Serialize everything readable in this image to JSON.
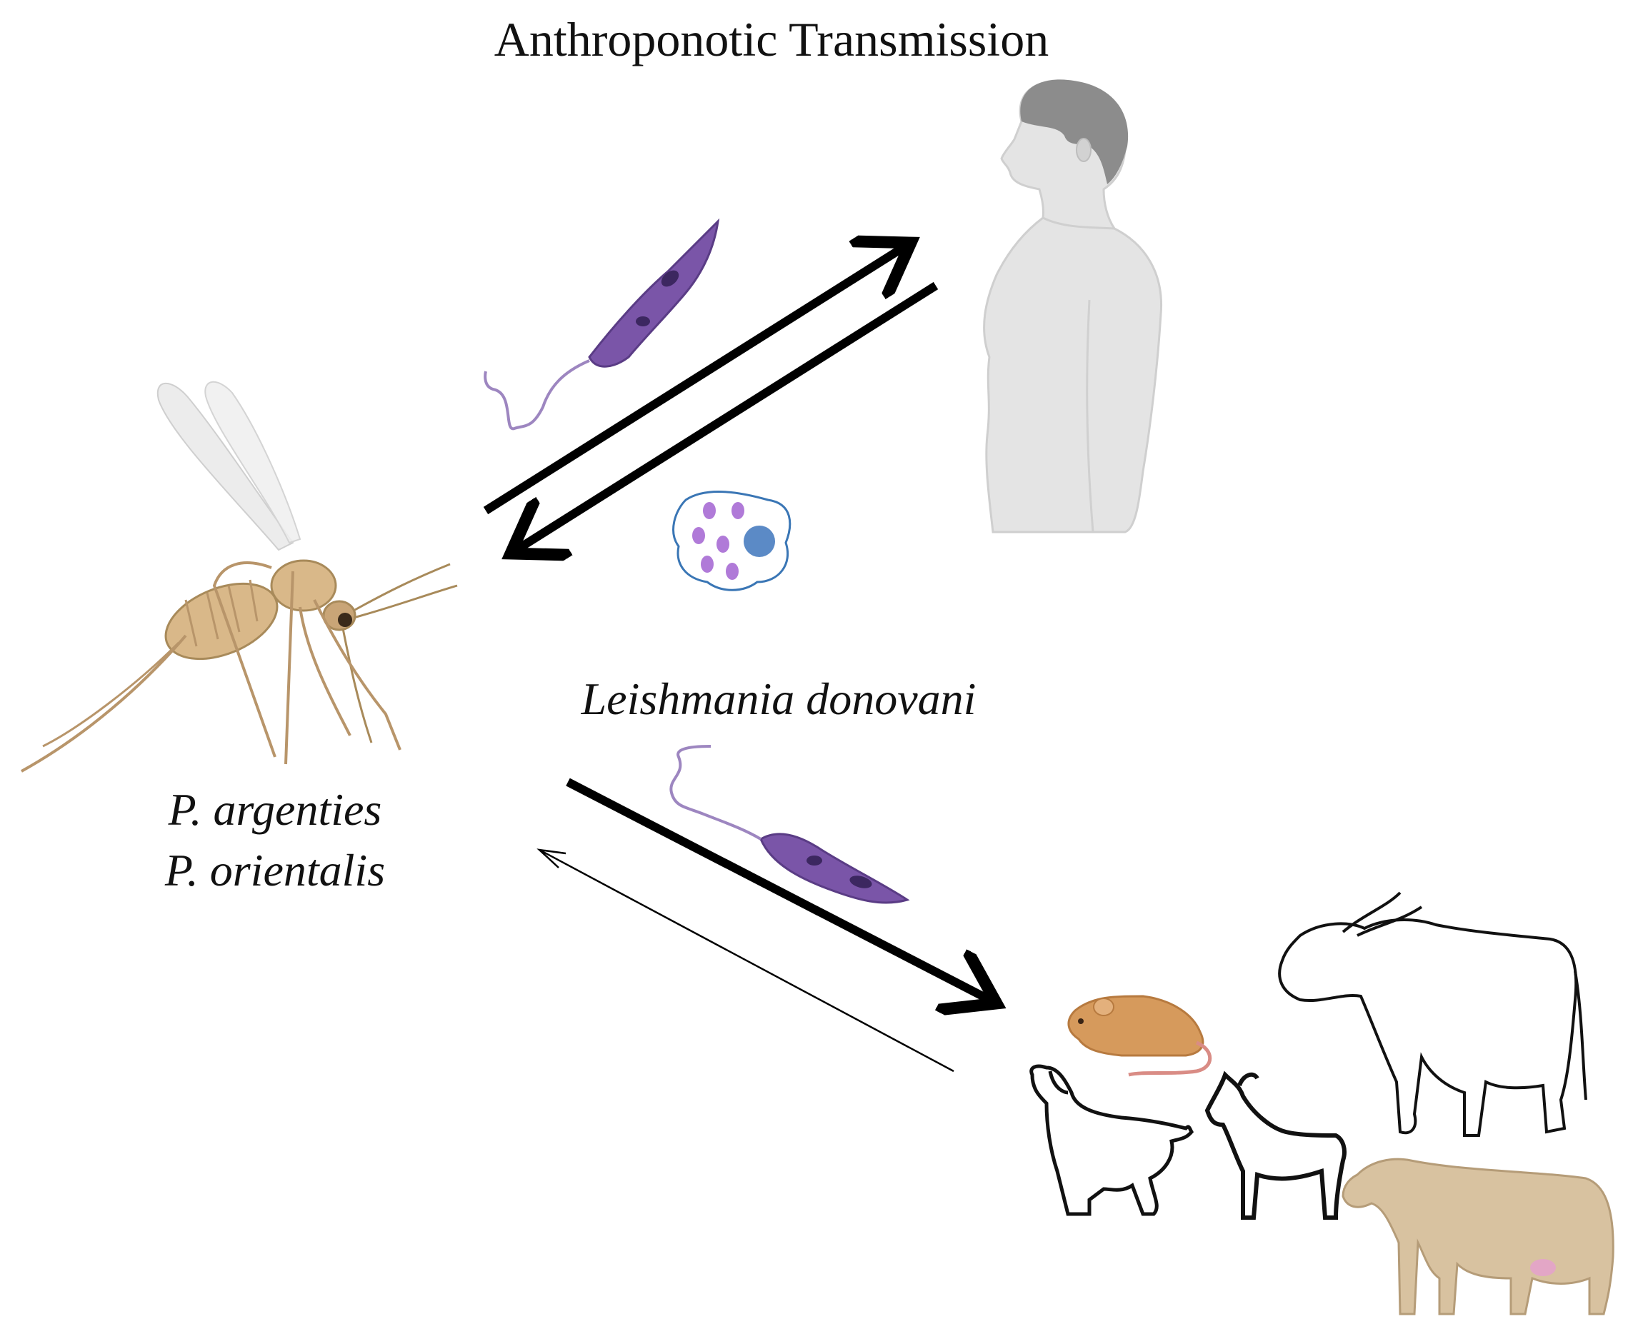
{
  "title": "Anthroponotic Transmission",
  "parasite_label": "Leishmania donovani",
  "vector_species": [
    "P. argenties",
    "P. orientalis"
  ],
  "colors": {
    "arrow": "#000000",
    "parasite": "#7a55a8",
    "parasite_nucleus": "#3c2760",
    "sandfly_body": "#d9b889",
    "sandfly_outline": "#a88a5a",
    "human_skin": "#e4e4e4",
    "human_hair": "#8c8c8c",
    "rat": "#d69a5c",
    "cow": "#d8c2a0",
    "amastigote_cell": "#5b8ac6",
    "macrophage_dot": "#b07ad8",
    "outline_animal": "#111111"
  },
  "icons": [
    "sandfly-icon",
    "human-icon",
    "promastigote-icon",
    "amastigote-infected-macrophage-icon",
    "rat-icon",
    "dog-icon",
    "goat-icon",
    "buffalo-icon",
    "cow-icon"
  ]
}
